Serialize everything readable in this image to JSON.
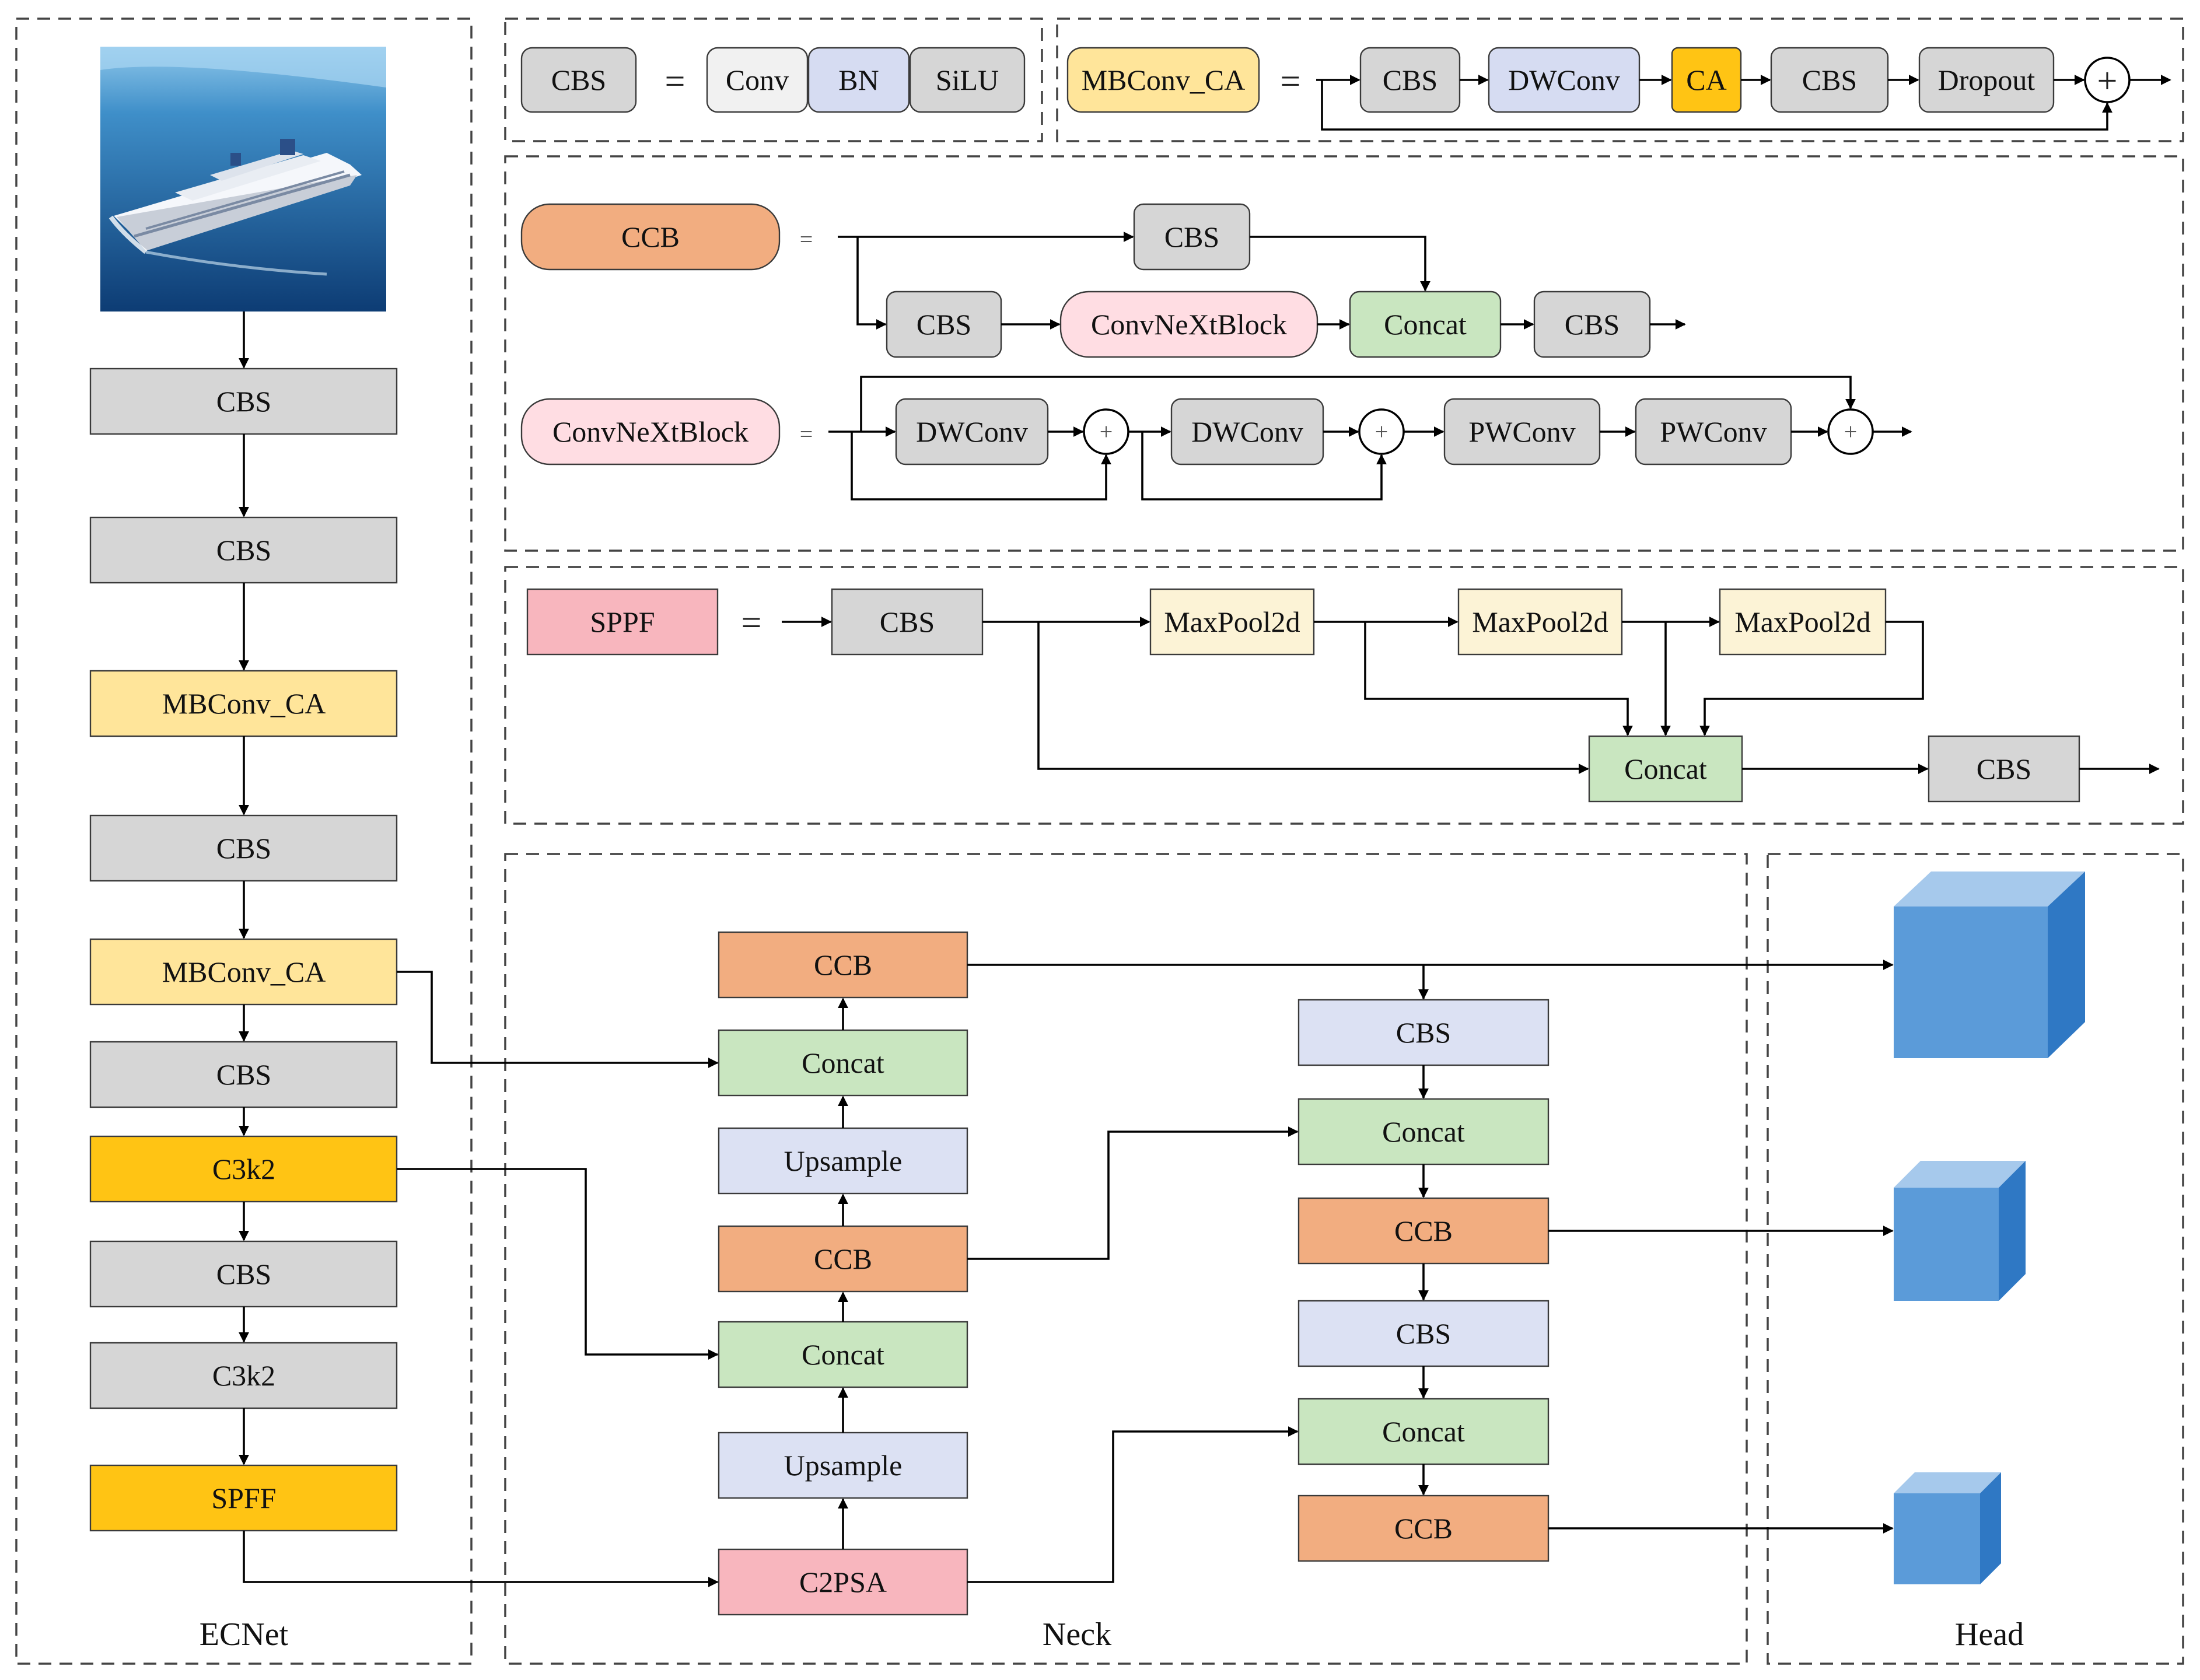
{
  "sections": {
    "backbone": "ECNet",
    "neck": "Neck",
    "head": "Head"
  },
  "backbone_blocks": [
    "CBS",
    "CBS",
    "MBConv_CA",
    "CBS",
    "MBConv_CA",
    "CBS",
    "C3k2",
    "CBS",
    "C3k2",
    "SPFF"
  ],
  "cbs_def": {
    "name": "CBS",
    "eq": "=",
    "parts": [
      "Conv",
      "BN",
      "SiLU"
    ]
  },
  "mbconv_def": {
    "name": "MBConv_CA",
    "eq": "=",
    "parts": [
      "CBS",
      "DWConv",
      "CA",
      "CBS",
      "Dropout"
    ],
    "sum": "+"
  },
  "ccb_def": {
    "name": "CCB",
    "eq": "=",
    "top": "CBS",
    "chain": [
      "CBS",
      "ConvNeXtBlock",
      "Concat",
      "CBS"
    ]
  },
  "convnext_def": {
    "name": "ConvNeXtBlock",
    "eq": "=",
    "chain": [
      "DWConv",
      "DWConv",
      "PWConv",
      "PWConv"
    ],
    "sum": "+"
  },
  "sppf_def": {
    "name": "SPPF",
    "eq": "=",
    "cbs": "CBS",
    "pools": [
      "MaxPool2d",
      "MaxPool2d",
      "MaxPool2d"
    ],
    "concat": "Concat",
    "out": "CBS"
  },
  "neck_left": [
    "CCB",
    "Concat",
    "Upsample",
    "CCB",
    "Concat",
    "Upsample",
    "C2PSA"
  ],
  "neck_right": [
    "CBS",
    "Concat",
    "CCB",
    "CBS",
    "Concat",
    "CCB"
  ]
}
